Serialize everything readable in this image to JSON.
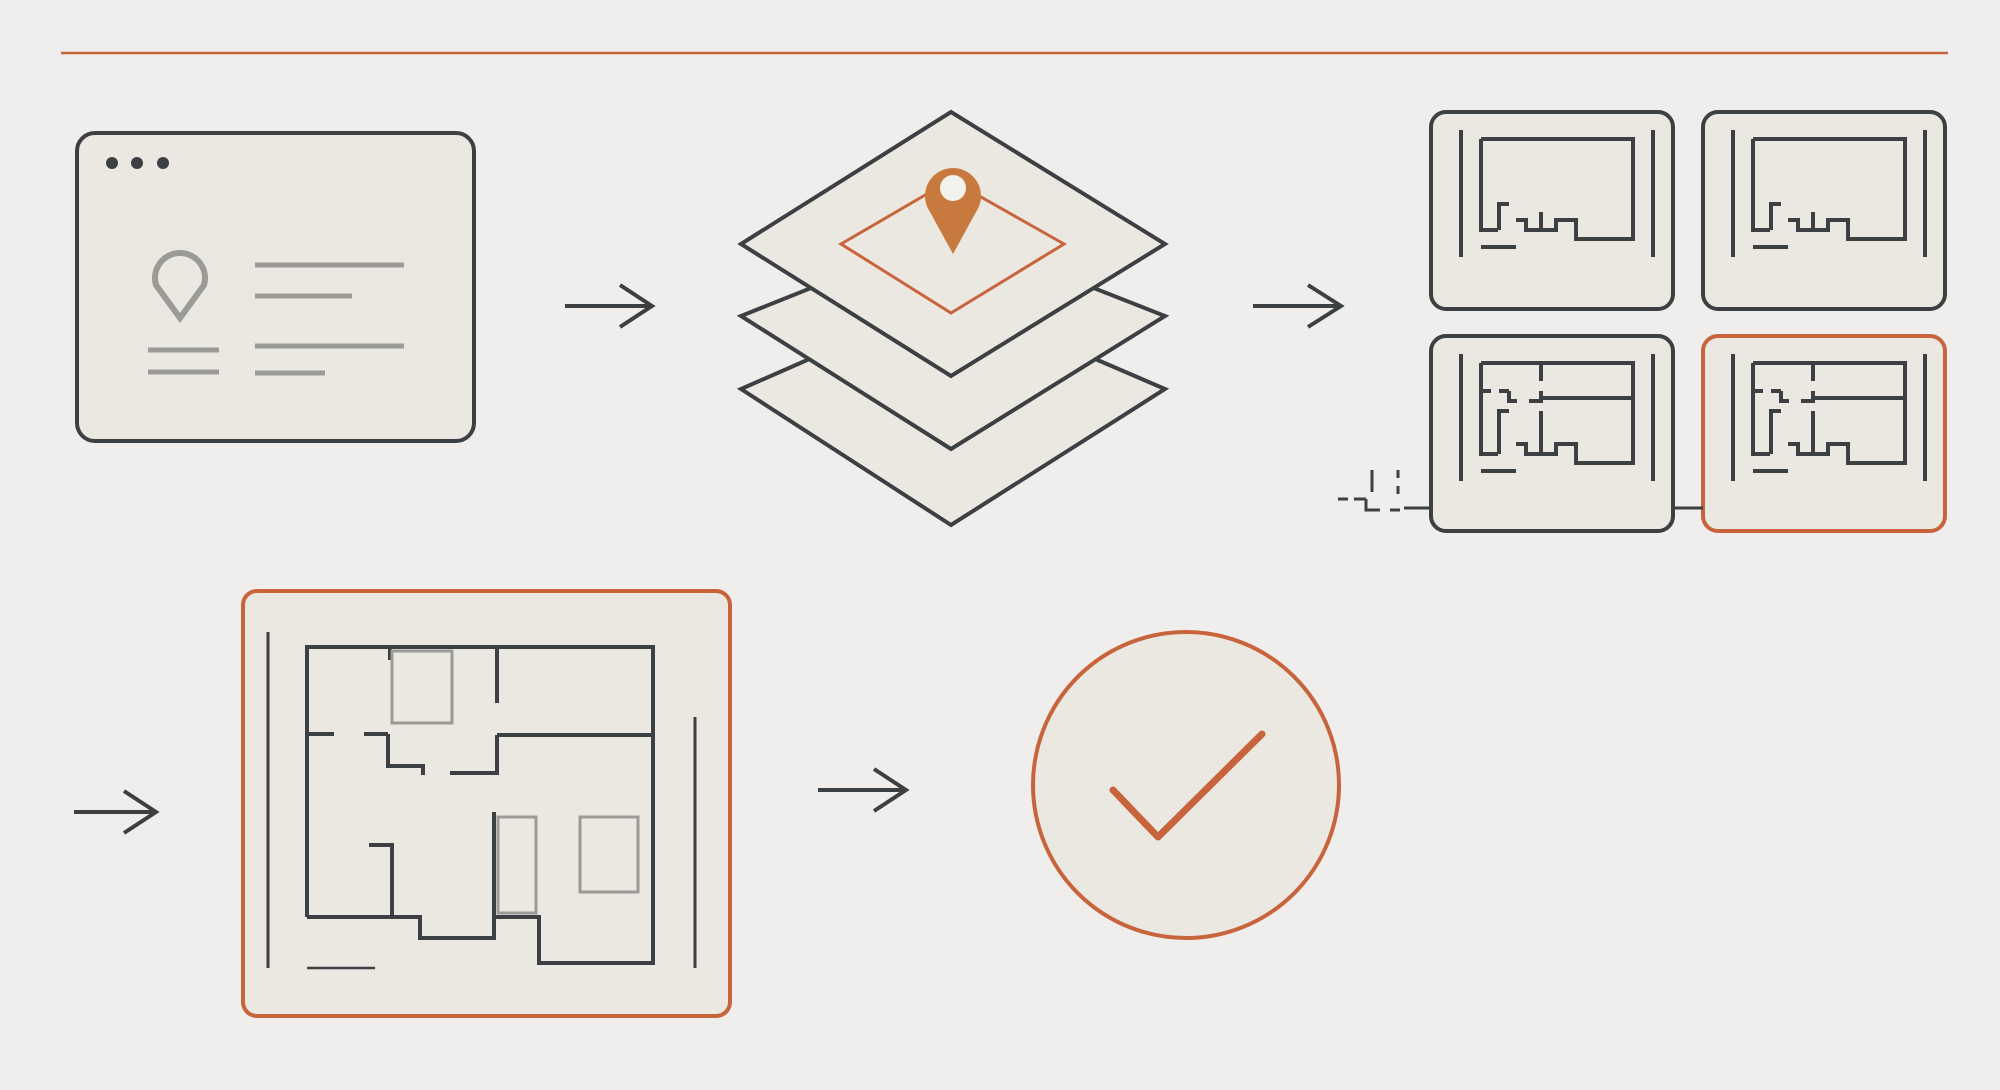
{
  "diagram": {
    "steps": [
      {
        "id": "listing-page",
        "icon": "browser-listing-icon"
      },
      {
        "id": "map-layers",
        "icon": "map-layers-pin-icon"
      },
      {
        "id": "floor-plan-options",
        "icon": "floor-plan-grid-icon"
      },
      {
        "id": "selected-floor-plan",
        "icon": "floor-plan-icon"
      },
      {
        "id": "confirmation",
        "icon": "check-circle-icon"
      }
    ],
    "colors": {
      "background": "#efeeec",
      "panel_fill": "#ebe8e2",
      "line_dark": "#3d4042",
      "line_grey": "#9a9a96",
      "accent": "#c8643c",
      "pin": "#c87a3e"
    }
  }
}
